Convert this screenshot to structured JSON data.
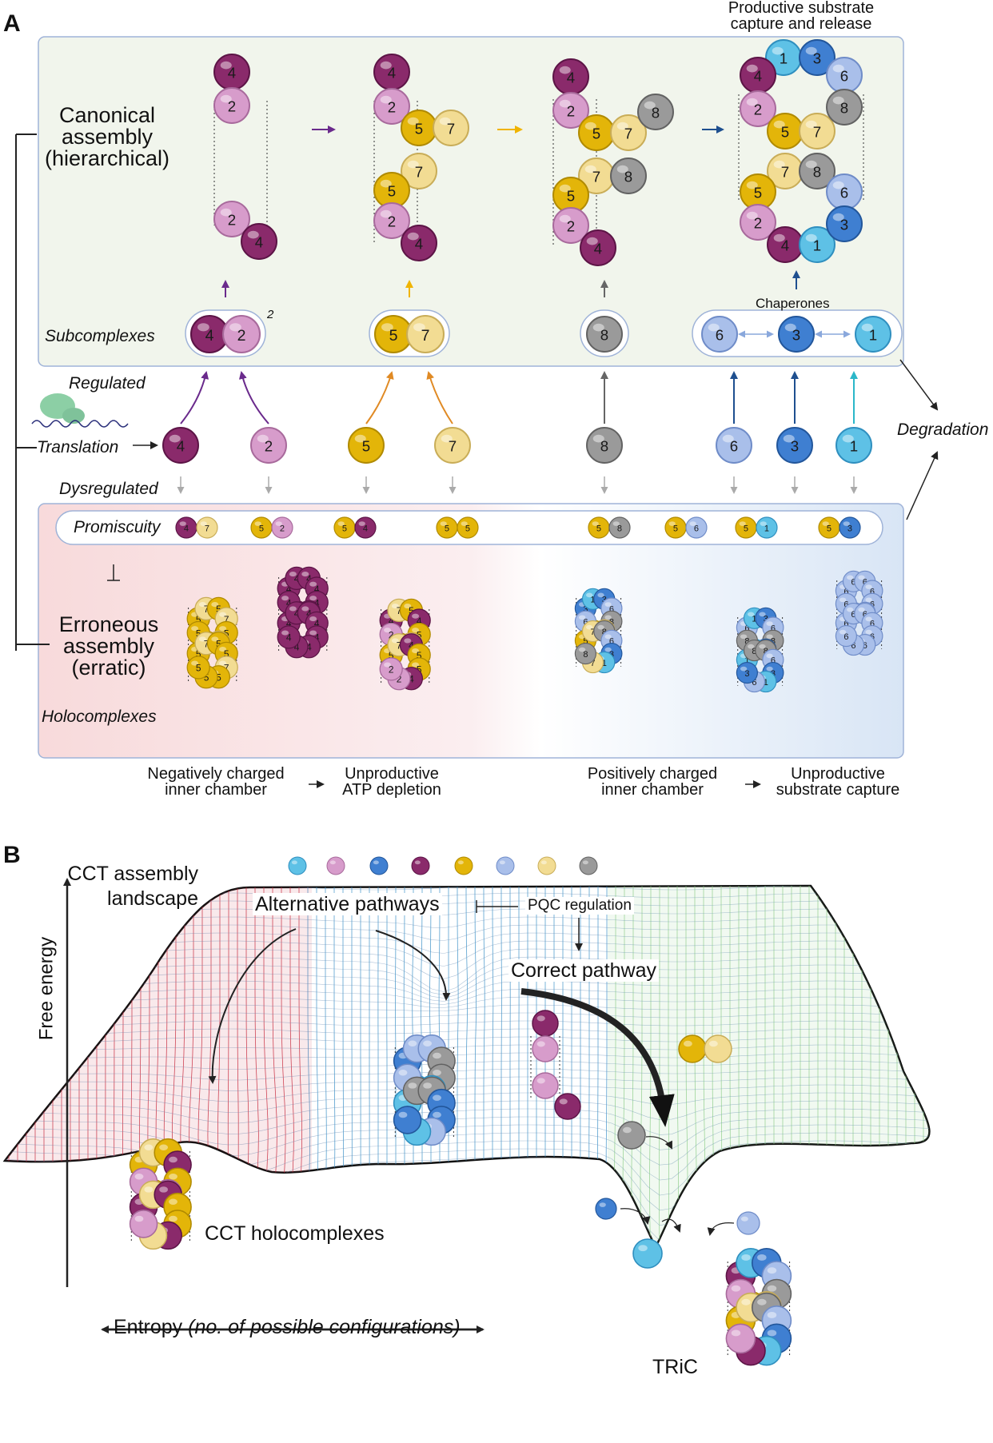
{
  "panels": {
    "a": "A",
    "b": "B"
  },
  "colors": {
    "1": {
      "fill": "#5ec1e6",
      "dark": "#2f8fbf"
    },
    "2": {
      "fill": "#d79ccb",
      "dark": "#a86a9c"
    },
    "3": {
      "fill": "#3f7fd1",
      "dark": "#22569b"
    },
    "4": {
      "fill": "#8a2a6b",
      "dark": "#5c1446"
    },
    "5": {
      "fill": "#e3b509",
      "dark": "#b08a00"
    },
    "6": {
      "fill": "#a9bfea",
      "dark": "#6f8cc8"
    },
    "7": {
      "fill": "#f2dc93",
      "dark": "#c9ad58"
    },
    "8": {
      "fill": "#9a9a9a",
      "dark": "#626262"
    },
    "canonical_bg": "#f1f5ec",
    "panel_border": "#9fb3d8",
    "erroneous_left": "#f9dede",
    "erroneous_right": "#dde8f6",
    "arrow_purple": "#6a2a8c",
    "arrow_orange": "#e08a24",
    "arrow_blue": "#1e4f8f",
    "arrow_cyan": "#2bb7c9",
    "mesh_red": "#c9283c",
    "mesh_blue": "#3a8fc7",
    "mesh_green": "#8fd08a"
  },
  "panel_a": {
    "top_title": "Productive substrate\ncapture and release",
    "canonical": "Canonical\nassembly\n(hierarchical)",
    "subcomplexes": "Subcomplexes",
    "subcomplex_exponent": "2",
    "chaperones": "Chaperones",
    "regulated": "Regulated",
    "translation": "Translation",
    "dysregulated": "Dysregulated",
    "promiscuity": "Promiscuity",
    "erroneous": "Erroneous\nassembly\n(erratic)",
    "holocomplexes": "Holocomplexes",
    "degradation": "Degradation",
    "neg_chamber": "Negatively charged\ninner chamber",
    "atp_depletion": "Unproductive\nATP depletion",
    "pos_chamber": "Positively charged\ninner chamber",
    "substrate_capture": "Unproductive\nsubstrate capture",
    "translation_subunits": [
      "4",
      "2",
      "5",
      "7",
      "8",
      "6",
      "3",
      "1"
    ],
    "promiscuity_pairs": [
      [
        "4",
        "7"
      ],
      [
        "5",
        "2"
      ],
      [
        "5",
        "4"
      ],
      [
        "5",
        "5"
      ],
      [
        "5",
        "8"
      ],
      [
        "5",
        "6"
      ],
      [
        "5",
        "1"
      ],
      [
        "5",
        "3"
      ]
    ]
  },
  "panel_b": {
    "landscape_title": "CCT assembly\nlandscape",
    "free_energy": "Free energy",
    "alt_pathways": "Alternative pathways",
    "pqc": "PQC regulation",
    "correct_pathway": "Correct pathway",
    "holocomplexes": "CCT holocomplexes",
    "tric": "TRiC",
    "entropy": "Entropy",
    "entropy_note": "(no. of possible configurations)",
    "legend_order": [
      "1",
      "2",
      "3",
      "4",
      "5",
      "6",
      "7",
      "8"
    ]
  }
}
